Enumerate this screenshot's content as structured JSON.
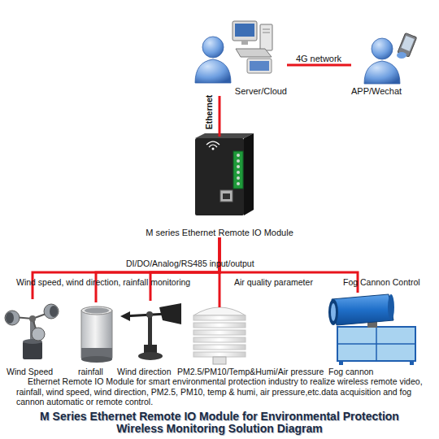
{
  "diagram": {
    "title": "M Series Ethernet Remote IO Module for Environmental Protection Wireless Monitoring Solution Diagram",
    "caption": "Ethernet Remote IO Module for smart environmental protection industry to realize wireless remote video, rainfall, wind speed, wind direction, PM2.5, PM10, temp & humi, air pressure,etc.data acquisition and fog cannon automatic or remote control.",
    "nodes": [
      {
        "text": [
          "Server/Cloud"
        ]
      },
      {
        "text": [
          "APP/Wechat"
        ]
      },
      {
        "text": [
          "M series Ethernet Remote IO Module"
        ]
      },
      {
        "text": [
          "Wind Speed"
        ]
      },
      {
        "text": [
          "rainfall"
        ]
      },
      {
        "text": [
          "Wind direction"
        ]
      },
      {
        "text": [
          "PM2.5/PM10/Temp&Humi/Air pressure"
        ]
      },
      {
        "text": [
          "Fog cannon"
        ]
      }
    ],
    "edges": [
      {
        "from": 0,
        "to": 1,
        "arrow": "none",
        "label": "4G network"
      },
      {
        "from": 0,
        "to": 2,
        "arrow": "none",
        "label": "Ethernet"
      },
      {
        "from": 2,
        "to": 3,
        "arrow": "none"
      },
      {
        "from": 2,
        "to": 4,
        "arrow": "none"
      },
      {
        "from": 2,
        "to": 5,
        "arrow": "none"
      },
      {
        "from": 2,
        "to": 6,
        "arrow": "none"
      },
      {
        "from": 2,
        "to": 7,
        "arrow": "none"
      }
    ],
    "labels": [
      "DI/DO/Analog/RS485 input/output",
      "Wind speed, wind direction, rainfall monitoring",
      "Air quality parameter",
      "Fog Cannon Control"
    ]
  }
}
